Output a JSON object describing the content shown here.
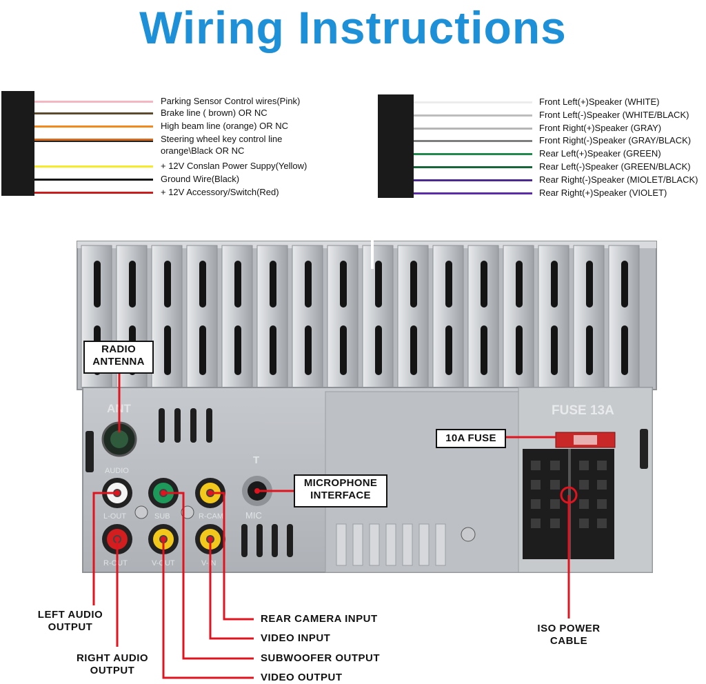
{
  "title": "Wiring Instructions",
  "left_harness": [
    {
      "label": "Parking Sensor Control wires(Pink)",
      "color": "#f4b6c0"
    },
    {
      "label": "Brake line ( brown) OR NC",
      "color": "#5b4a2e"
    },
    {
      "label": "High beam line (orange) OR NC",
      "color": "#f0891e"
    },
    {
      "label": "Steering wheel key control line",
      "label2": "orange\\Black OR NC",
      "color": "#d2691e",
      "color2": "#222222"
    },
    {
      "label": "+ 12V Conslan Power Suppy(Yellow)",
      "color": "#f7e92c"
    },
    {
      "label": "Ground Wire(Black)",
      "color": "#111111"
    },
    {
      "label": "+ 12V Accessory/Switch(Red)",
      "color": "#c81e1e"
    }
  ],
  "right_harness": [
    {
      "label": "Front Left(+)Speaker (WHITE)",
      "color": "#ececec"
    },
    {
      "label": "Front Left(-)Speaker (WHITE/BLACK)",
      "color": "#bdbdbd"
    },
    {
      "label": "Front Right(+)Speaker (GRAY)",
      "color": "#b5b5b5"
    },
    {
      "label": "Front Right(-)Speaker (GRAY/BLACK)",
      "color": "#7d7d7d"
    },
    {
      "label": "Rear Left(+)Speaker (GREEN)",
      "color": "#1f8a4c"
    },
    {
      "label": "Rear Left(-)Speaker (GREEN/BLACK)",
      "color": "#17663a"
    },
    {
      "label": "Rear Right(-)Speaker (MIOLET/BLACK)",
      "color": "#4b2a8f"
    },
    {
      "label": "Rear Right(+)Speaker (VIOLET)",
      "color": "#5b2aa8"
    }
  ],
  "unit": {
    "ant_label": "ANT",
    "audio_label": "AUDIO",
    "t_label": "T",
    "mic_label": "MIC",
    "fuse_rating_label": "FUSE 13A",
    "port_labels": [
      "L-OUT",
      "SUB",
      "R-CAM",
      "R-OUT",
      "V-OUT",
      "V-IN"
    ]
  },
  "callouts": {
    "radio_antenna_1": "RADIO",
    "radio_antenna_2": "ANTENNA",
    "fuse": "10A FUSE",
    "microphone_1": "MICROPHONE",
    "microphone_2": "INTERFACE",
    "left_audio_1": "LEFT AUDIO",
    "left_audio_2": "OUTPUT",
    "right_audio_1": "RIGHT AUDIO",
    "right_audio_2": "OUTPUT",
    "rear_camera": "REAR CAMERA INPUT",
    "video_input": "VIDEO INPUT",
    "subwoofer": "SUBWOOFER OUTPUT",
    "video_output": "VIDEO OUTPUT",
    "iso_1": "ISO POWER",
    "iso_2": "CABLE"
  },
  "colors": {
    "title": "#1e90d8",
    "callout_line": "#e0141e",
    "chassis": "#c9ccd0"
  }
}
